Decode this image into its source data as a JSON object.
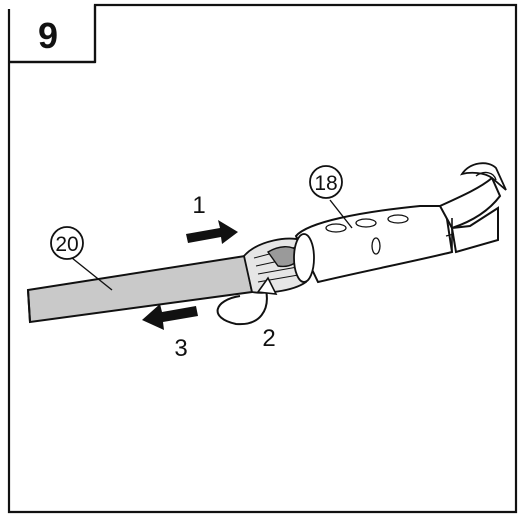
{
  "step": {
    "number": "9"
  },
  "callouts": {
    "nozzle_ref": "18",
    "hose_ref": "20"
  },
  "arrows": {
    "push_label": "1",
    "twist_label": "2",
    "pull_label": "3"
  }
}
